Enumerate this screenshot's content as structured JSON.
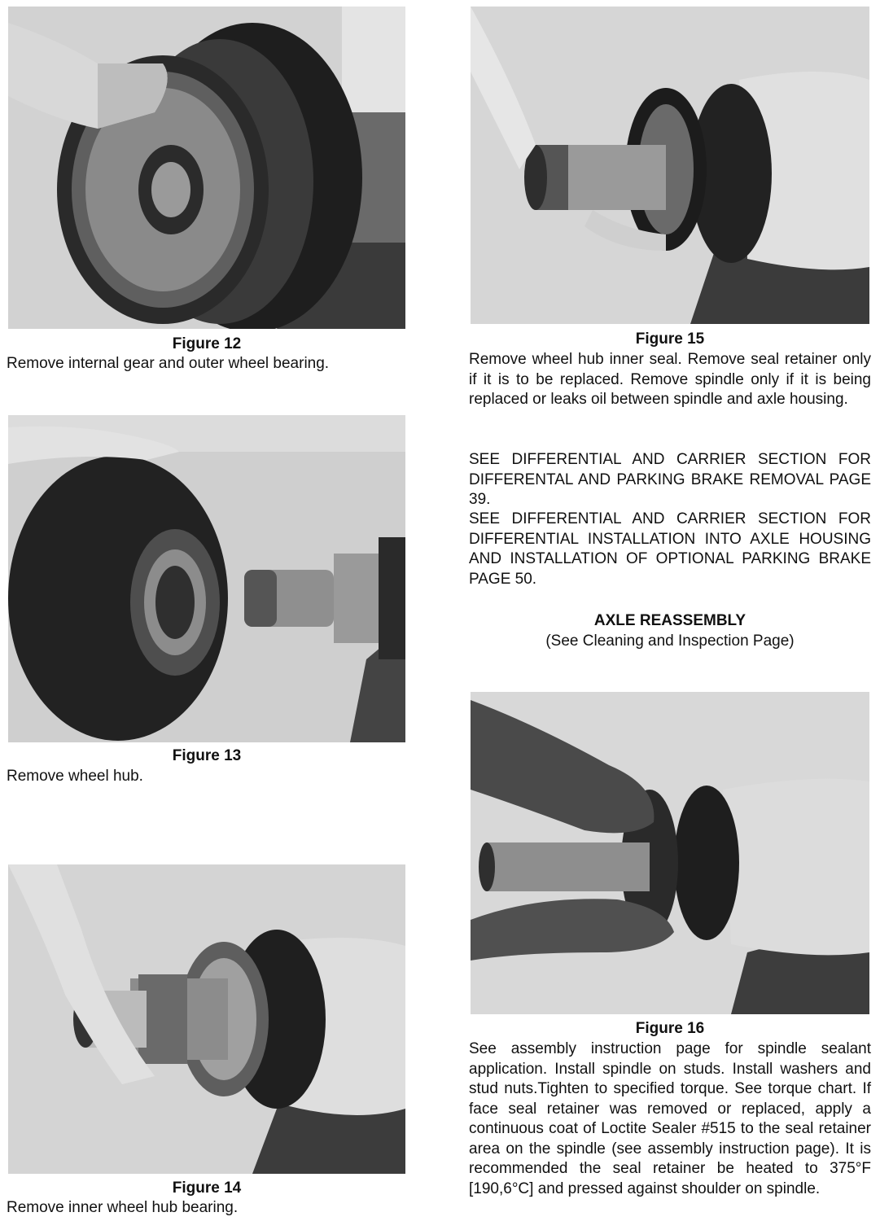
{
  "figures": [
    {
      "title": "Figure 12",
      "caption": "Remove internal gear and outer wheel bearing."
    },
    {
      "title": "Figure 13",
      "caption": "Remove wheel hub."
    },
    {
      "title": "Figure 14",
      "caption": "Remove inner wheel hub bearing."
    },
    {
      "title": "Figure 15",
      "caption": "Remove wheel hub inner seal. Remove seal retainer only if it is to be replaced. Remove spindle only if it is being replaced or leaks oil between spindle and axle housing."
    },
    {
      "title": "Figure 16",
      "caption": "See assembly instruction page for spindle sealant application. Install spindle on studs. Install washers and stud nuts.Tighten to specified torque. See torque chart. If face seal retainer was removed or replaced, apply a continuous coat of Loctite Sealer #515 to the seal retainer area on the spindle (see assembly instruction page). It is recommended the seal retainer be heated to 375°F [190,6°C] and pressed against shoulder on spindle."
    }
  ],
  "notes": [
    "SEE DIFFERENTIAL AND CARRIER SECTION FOR DIFFERENTAL AND PARKING BRAKE REMOVAL PAGE 39.",
    "SEE DIFFERENTIAL AND CARRIER SECTION FOR DIFFERENTIAL INSTALLATION INTO AXLE HOUSING AND INSTALLATION OF OPTIONAL PARKING BRAKE PAGE 50."
  ],
  "section": {
    "heading": "AXLE REASSEMBLY",
    "subheading": "(See Cleaning and Inspection Page)"
  },
  "colors": {
    "text": "#111111",
    "photo_background": "#cfcfcf",
    "metal_dark": "#1c1c1c",
    "metal_mid": "#5a5a5a",
    "metal_light": "#a8a8a8",
    "skin": "#d9d9d9"
  }
}
